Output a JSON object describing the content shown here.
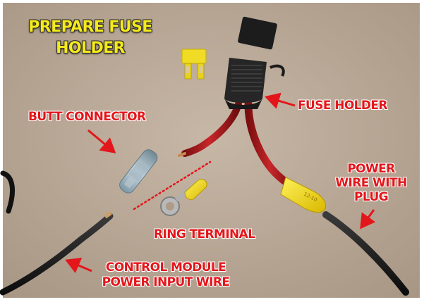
{
  "title": {
    "line1": "PREPARE FUSE",
    "line2": "HOLDER"
  },
  "labels": {
    "fuse_holder": "FUSE HOLDER",
    "butt_connector": "BUTT CONNECTOR",
    "power_wire": {
      "line1": "POWER",
      "line2": "WIRE WITH",
      "line3": "PLUG"
    },
    "ring_terminal": "RING TERMINAL",
    "control_module": {
      "line1": "CONTROL MODULE",
      "line2": "POWER INPUT WIRE"
    }
  },
  "colors": {
    "label_red": "#e3161b",
    "title_yellow": "#f4ea1c",
    "background_cardboard": "#bfae9c"
  }
}
